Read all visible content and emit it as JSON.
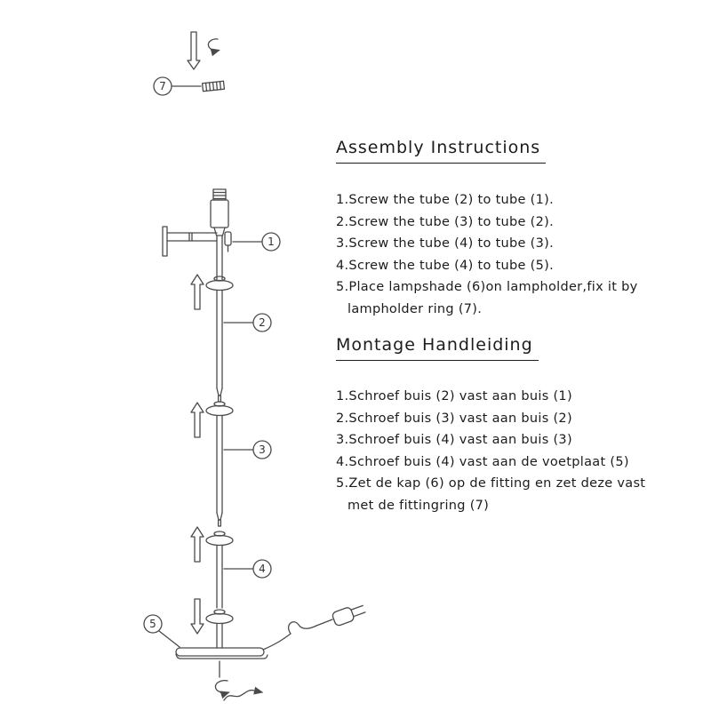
{
  "assembly_en": {
    "title": "Assembly Instructions",
    "lines": [
      "1.Screw the tube (2) to tube (1).",
      "2.Screw the tube (3) to tube (2).",
      "3.Screw the tube (4) to tube (3).",
      "4.Screw the tube (4) to tube (5).",
      "5.Place lampshade (6)on lampholder,fix it by",
      "lampholder ring (7)."
    ]
  },
  "assembly_nl": {
    "title": "Montage Handleiding",
    "lines": [
      "1.Schroef buis (2) vast aan buis (1)",
      "2.Schroef buis (3) vast aan buis (2)",
      "3.Schroef buis (4) vast aan buis (3)",
      "4.Schroef buis (4) vast aan de voetplaat (5)",
      "5.Zet de kap (6) op de fitting en zet deze vast",
      "met de fittingring (7)"
    ]
  },
  "diagram": {
    "stroke_color": "#4a4a4a",
    "callouts": {
      "ring": "7",
      "arm": "1",
      "tube2": "2",
      "tube3": "3",
      "tube4": "4",
      "base": "5"
    }
  }
}
